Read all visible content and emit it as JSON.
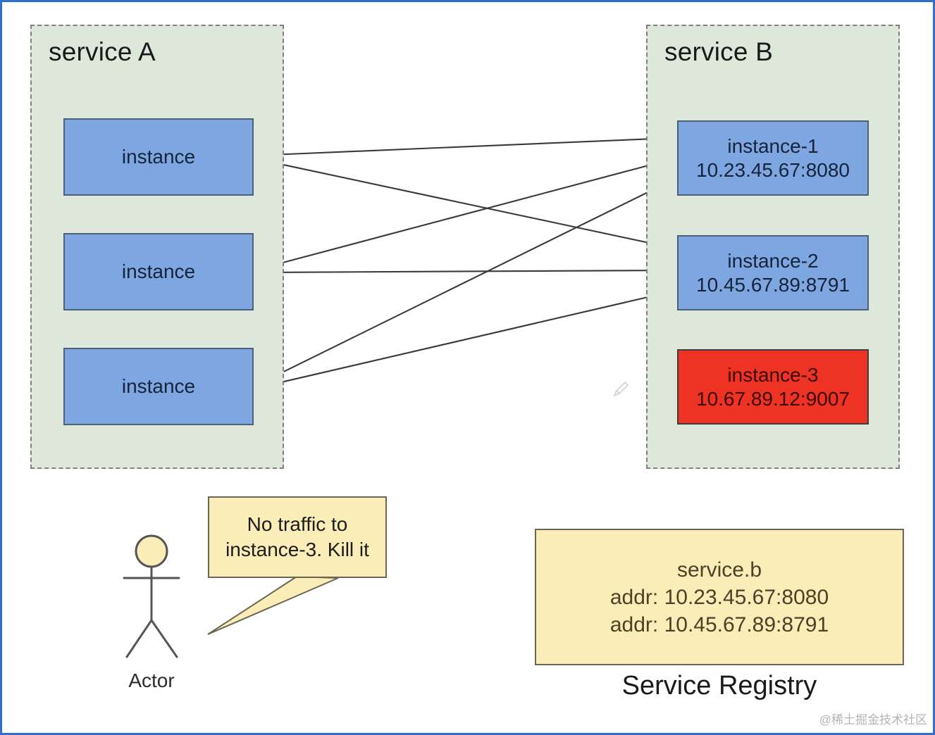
{
  "diagram": {
    "title_a": "service A",
    "title_b": "service B",
    "service_a_instances": [
      {
        "label": "instance"
      },
      {
        "label": "instance"
      },
      {
        "label": "instance"
      }
    ],
    "service_b_instances": [
      {
        "name": "instance-1",
        "addr": "10.23.45.67:8080",
        "state": "healthy",
        "color": "#7EA6E0"
      },
      {
        "name": "instance-2",
        "addr": "10.45.67.89:8791",
        "state": "healthy",
        "color": "#7EA6E0"
      },
      {
        "name": "instance-3",
        "addr": "10.67.89.12:9007",
        "state": "dead",
        "color": "#EE3224"
      }
    ],
    "speech_bubble": {
      "line1": "No traffic to",
      "line2": "instance-3. Kill it"
    },
    "actor": {
      "label": "Actor"
    },
    "registry": {
      "service_name": "service.b",
      "addr1": "addr: 10.23.45.67:8080",
      "addr2": "addr: 10.45.67.89:8791",
      "caption": "Service Registry"
    },
    "colors": {
      "group_fill": "#DEE8DA",
      "group_border": "#808080",
      "node_blue": "#7EA6E0",
      "node_red": "#EE3224",
      "note_yellow": "#FBEDB8",
      "note_border": "#6B6651",
      "arrow": "#3a3a3a",
      "frame_blue": "#2F6FD0"
    },
    "icons": {
      "pencil": "pencil-icon"
    },
    "watermark": "@稀土掘金技术社区"
  }
}
